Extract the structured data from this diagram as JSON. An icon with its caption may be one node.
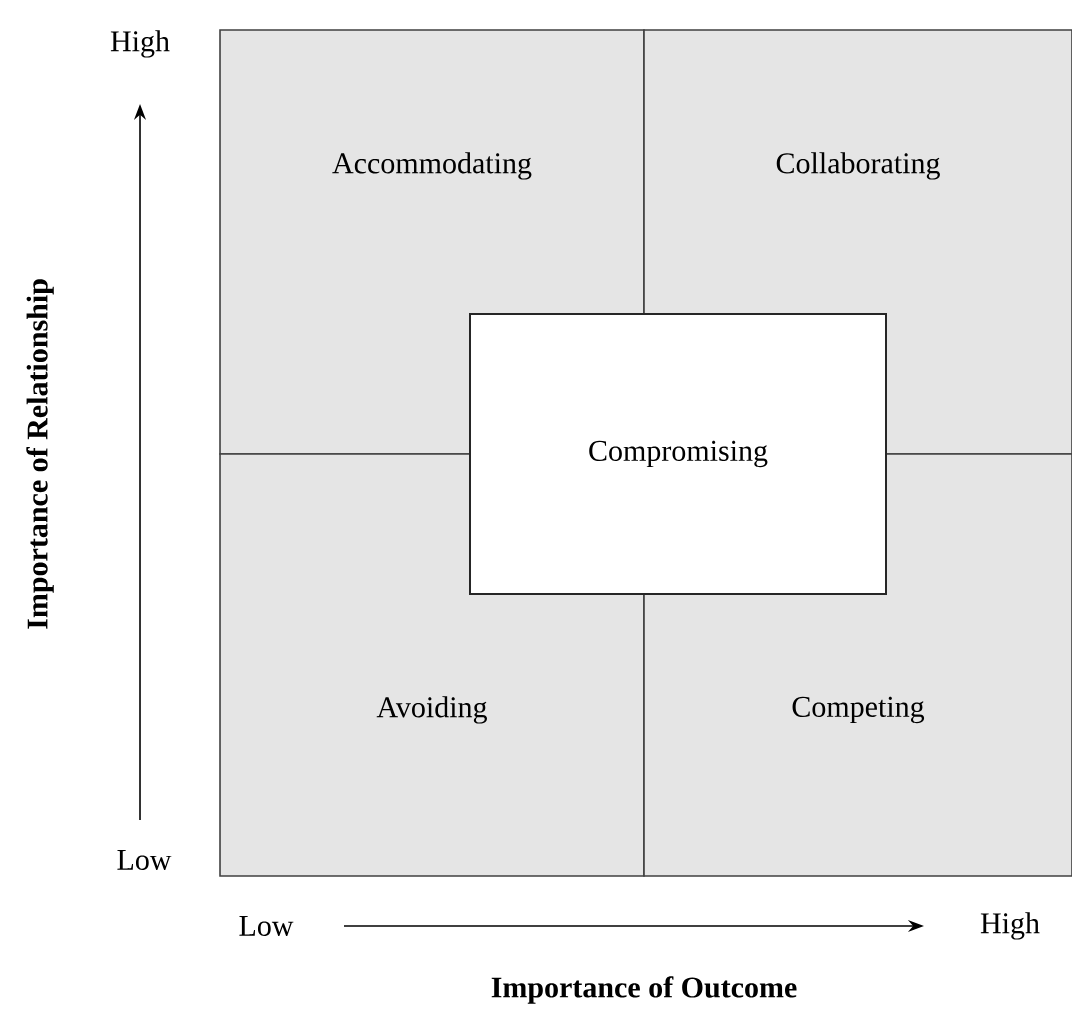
{
  "diagram": {
    "nodes": [
      {
        "text": [
          "Accommodating"
        ]
      },
      {
        "text": [
          "Collaborating"
        ]
      },
      {
        "text": [
          "Compromising"
        ]
      },
      {
        "text": [
          "Avoiding"
        ]
      },
      {
        "text": [
          "Competing"
        ]
      }
    ],
    "labels": [
      "High",
      "Importance of Relationship",
      "Low",
      "Low",
      "High",
      "Importance of Outcome"
    ]
  }
}
